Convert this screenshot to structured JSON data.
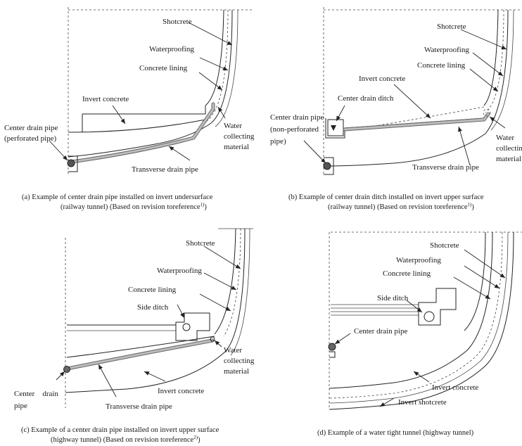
{
  "panels": {
    "a": {
      "shotcrete": "Shotcrete",
      "waterproofing": "Waterproofing",
      "concrete_lining": "Concrete lining",
      "invert_concrete": "Invert concrete",
      "center_drain_pipe_1": "Center drain pipe",
      "center_drain_pipe_2": "(perforated pipe)",
      "water_collecting_1": "Water",
      "water_collecting_2": "collecting",
      "water_collecting_3": "material",
      "transverse_drain_pipe": "Transverse drain pipe",
      "caption_1": "(a) Example of center drain pipe installed on invert undersurface",
      "caption_2": "(railway tunnel) (Based on revision toreference",
      "caption_sup": "1)",
      "caption_end": ")"
    },
    "b": {
      "shotcrete": "Shotcrete",
      "waterproofing": "Waterproofing",
      "concrete_lining": "Concrete lining",
      "invert_concrete": "Invert concrete",
      "center_drain_ditch": "Center drain ditch",
      "center_drain_pipe_1": "Center  drain  pipe",
      "center_drain_pipe_2": "(non-perforated",
      "center_drain_pipe_3": "pipe)",
      "water_collecting_1": "Water",
      "water_collecting_2": "collecting",
      "water_collecting_3": "material",
      "transverse_drain_pipe": "Transverse drain pipe",
      "caption_1": "(b) Example of center drain ditch installed on invert upper surface",
      "caption_2": "(railway tunnel) (Based on revision toreference",
      "caption_sup": "1)",
      "caption_end": ")"
    },
    "c": {
      "shotcrete": "Shotcrete",
      "waterproofing": "Waterproofing",
      "concrete_lining": "Concrete lining",
      "side_ditch": "Side ditch",
      "water_collecting_1": "Water",
      "water_collecting_2": "collecting",
      "water_collecting_3": "material",
      "center_drain_pipe_1": "Center    drain",
      "center_drain_pipe_2": "pipe",
      "invert_concrete": "Invert concrete",
      "transverse_drain_pipe": "Transverse drain pipe",
      "caption_1": "(c) Example of a center drain pipe installed on invert upper surface",
      "caption_2": "(highway tunnel)  (Based on revision toreference",
      "caption_sup": "2)",
      "caption_end": ")"
    },
    "d": {
      "shotcrete": "Shotcrete",
      "waterproofing": "Waterproofing",
      "concrete_lining": "Concrete lining",
      "side_ditch": "Side ditch",
      "center_drain_pipe": "Center drain pipe",
      "invert_concrete": "Invert concrete",
      "invert_shotcrete": "Invert shotcrete",
      "caption_1": "(d) Example of a water tight tunnel (highway tunnel)"
    }
  }
}
